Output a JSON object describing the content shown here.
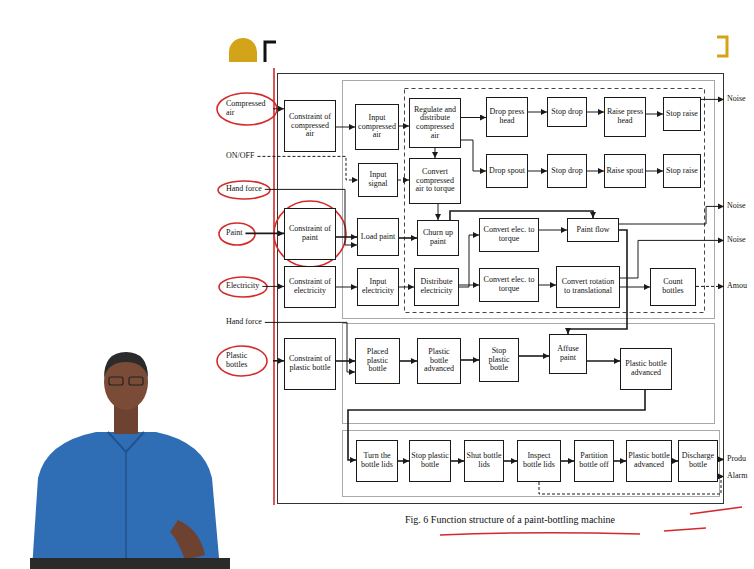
{
  "diagram": {
    "caption": "Fig. 6 Function structure of a paint-bottling machine",
    "nodes": [
      {
        "text": [
          "Constraint of compressed air"
        ]
      },
      {
        "text": [
          "Constraint of paint"
        ]
      },
      {
        "text": [
          "Constraint of electricity"
        ]
      },
      {
        "text": [
          "Constraint of plastic bottle"
        ]
      },
      {
        "text": [
          "Input compressed air"
        ]
      },
      {
        "text": [
          "Input signal"
        ]
      },
      {
        "text": [
          "Load paint"
        ]
      },
      {
        "text": [
          "Input electricity"
        ]
      },
      {
        "text": [
          "Placed plastic bottle"
        ]
      },
      {
        "text": [
          "Regulate and distribute compressed air"
        ]
      },
      {
        "text": [
          "Convert compressed air to torque"
        ]
      },
      {
        "text": [
          "Churn up paint"
        ]
      },
      {
        "text": [
          "Distribute electricity"
        ]
      },
      {
        "text": [
          "Plastic bottle advanced"
        ]
      },
      {
        "text": [
          "Drop press head"
        ]
      },
      {
        "text": [
          "Stop drop"
        ]
      },
      {
        "text": [
          "Raise press head"
        ]
      },
      {
        "text": [
          "Stop raise"
        ]
      },
      {
        "text": [
          "Drop spout"
        ]
      },
      {
        "text": [
          "Stop drop"
        ]
      },
      {
        "text": [
          "Raise spout"
        ]
      },
      {
        "text": [
          "Stop raise"
        ]
      },
      {
        "text": [
          "Convert elec. to torque"
        ]
      },
      {
        "text": [
          "Paint flow"
        ]
      },
      {
        "text": [
          "Convert elec. to torque"
        ]
      },
      {
        "text": [
          "Convert rotation to translational"
        ]
      },
      {
        "text": [
          "Count bottles"
        ]
      },
      {
        "text": [
          "Stop plastic bottle"
        ]
      },
      {
        "text": [
          "Affuse paint"
        ]
      },
      {
        "text": [
          "Plastic bottle advanced"
        ]
      },
      {
        "text": [
          "Turn the bottle lids"
        ]
      },
      {
        "text": [
          "Stop plastic bottle"
        ]
      },
      {
        "text": [
          "Shut bottle lids"
        ]
      },
      {
        "text": [
          "Inspect bottle lids"
        ]
      },
      {
        "text": [
          "Partition bottle off"
        ]
      },
      {
        "text": [
          "Plastic bottle advanced"
        ]
      },
      {
        "text": [
          "Discharge bottle"
        ]
      }
    ],
    "edges": [
      {
        "from": 0,
        "to": 4,
        "arrow": "to"
      },
      {
        "from": 4,
        "to": 9,
        "arrow": "to"
      },
      {
        "from": 9,
        "to": 14,
        "arrow": "to"
      },
      {
        "from": 9,
        "to": 18,
        "arrow": "to"
      },
      {
        "from": 9,
        "to": 10,
        "arrow": "to"
      },
      {
        "from": 14,
        "to": 15,
        "arrow": "to"
      },
      {
        "from": 15,
        "to": 16,
        "arrow": "to"
      },
      {
        "from": 16,
        "to": 17,
        "arrow": "to"
      },
      {
        "from": 18,
        "to": 19,
        "arrow": "to"
      },
      {
        "from": 19,
        "to": 20,
        "arrow": "to"
      },
      {
        "from": 20,
        "to": 21,
        "arrow": "to"
      },
      {
        "from": 5,
        "to": 10,
        "arrow": "to"
      },
      {
        "from": 10,
        "to": 11,
        "arrow": "to"
      },
      {
        "from": 1,
        "to": 6,
        "arrow": "to"
      },
      {
        "from": 6,
        "to": 11,
        "arrow": "to"
      },
      {
        "from": 11,
        "to": 23,
        "arrow": "to"
      },
      {
        "from": 22,
        "to": 23,
        "arrow": "to"
      },
      {
        "from": 23,
        "to": 28,
        "arrow": "to"
      },
      {
        "from": 2,
        "to": 7,
        "arrow": "to"
      },
      {
        "from": 7,
        "to": 12,
        "arrow": "to"
      },
      {
        "from": 12,
        "to": 22,
        "arrow": "to"
      },
      {
        "from": 12,
        "to": 24,
        "arrow": "to"
      },
      {
        "from": 24,
        "to": 25,
        "arrow": "to"
      },
      {
        "from": 25,
        "to": 26,
        "arrow": "to"
      },
      {
        "from": 3,
        "to": 8,
        "arrow": "to"
      },
      {
        "from": 8,
        "to": 13,
        "arrow": "to"
      },
      {
        "from": 13,
        "to": 27,
        "arrow": "to"
      },
      {
        "from": 27,
        "to": 28,
        "arrow": "to"
      },
      {
        "from": 28,
        "to": 29,
        "arrow": "to"
      },
      {
        "from": 29,
        "to": 30,
        "arrow": "to"
      },
      {
        "from": 30,
        "to": 31,
        "arrow": "to"
      },
      {
        "from": 31,
        "to": 32,
        "arrow": "to"
      },
      {
        "from": 32,
        "to": 33,
        "arrow": "to"
      },
      {
        "from": 33,
        "to": 34,
        "arrow": "to"
      },
      {
        "from": 34,
        "to": 35,
        "arrow": "to"
      },
      {
        "from": 35,
        "to": 36,
        "arrow": "to"
      }
    ],
    "labels": [
      "Compressed air",
      "ON/OFF",
      "Hand force",
      "Paint",
      "Electricity",
      "Hand force",
      "Plastic bottles",
      "Noise",
      "Noise",
      "Noise",
      "Amou",
      "Produ",
      "Alarm"
    ]
  }
}
